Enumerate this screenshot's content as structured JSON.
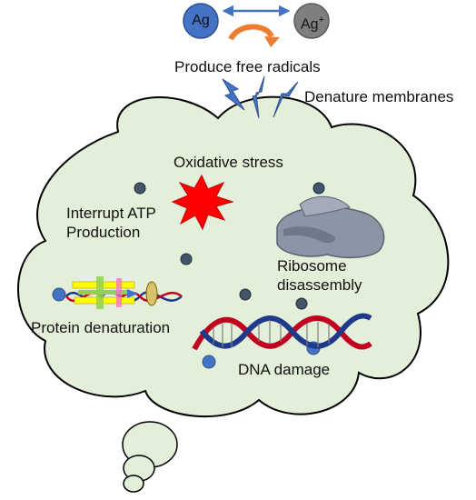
{
  "diagram": {
    "ag_label": "Ag",
    "ag_plus_label": "Ag",
    "ag_plus_superscript": "+",
    "produce_free_radicals": "Produce free radicals",
    "denature_membranes": "Denature membranes",
    "oxidative_stress": "Oxidative stress",
    "interrupt_atp": "Interrupt ATP\nProduction",
    "ribosome_disassembly": "Ribosome\ndisassembly",
    "protein_denaturation": "Protein denaturation",
    "dna_damage": "DNA damage"
  },
  "colors": {
    "cloud_fill": "#e3efd8",
    "cloud_stroke": "#000000",
    "ag_fill": "#4472c4",
    "ag_plus_fill": "#7f7f7f",
    "arrow_blue": "#4472c4",
    "arrow_orange": "#ed7d31",
    "burst_red": "#ff0000",
    "lightning_blue": "#4472c4",
    "particle_dark": "#44546a",
    "particle_blue": "#4472c4",
    "dna_red": "#c0001f",
    "dna_navy": "#1f3a8a",
    "ribosome_grey": "#8c95a6"
  }
}
